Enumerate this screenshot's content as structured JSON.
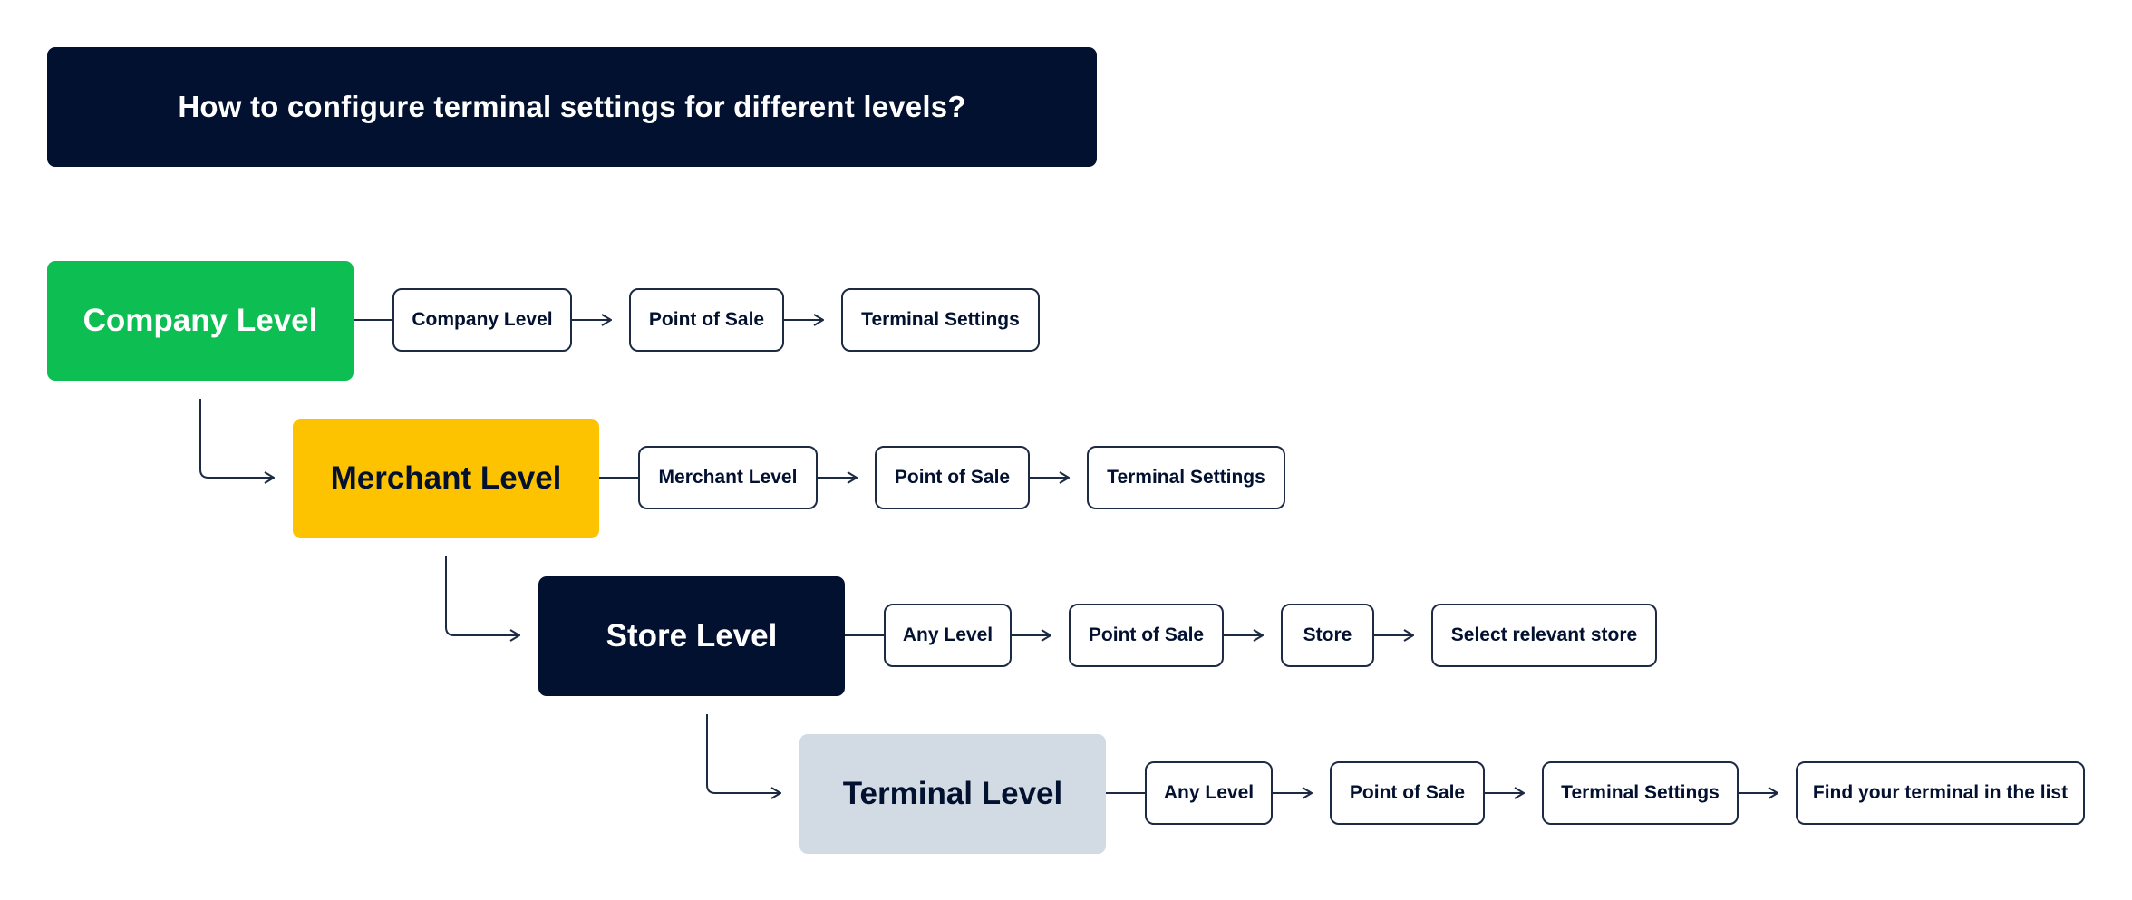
{
  "title": "How to configure terminal settings for different levels?",
  "colors": {
    "company": "#0dbf53",
    "merchant": "#fdc300",
    "store": "#021130",
    "terminal": "#d2dbe3",
    "banner": "#021130"
  },
  "levels": [
    {
      "label": "Company Level",
      "steps": [
        "Company Level",
        "Point of Sale",
        "Terminal Settings"
      ]
    },
    {
      "label": "Merchant Level",
      "steps": [
        "Merchant Level",
        "Point of Sale",
        "Terminal Settings"
      ]
    },
    {
      "label": "Store Level",
      "steps": [
        "Any Level",
        "Point of Sale",
        "Store",
        "Select relevant store"
      ]
    },
    {
      "label": "Terminal Level",
      "steps": [
        "Any Level",
        "Point of Sale",
        "Terminal Settings",
        "Find your terminal in the list"
      ]
    }
  ]
}
